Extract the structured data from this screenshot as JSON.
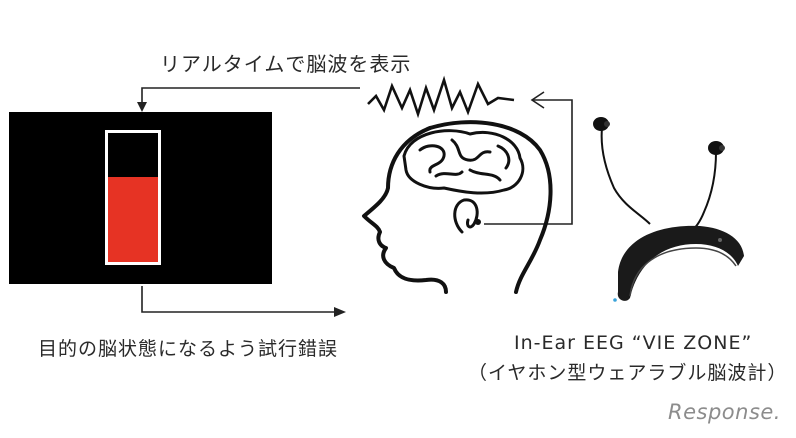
{
  "top_caption": "リアルタイムで脳波を表示",
  "bottom_caption": "目的の脳状態になるよう試行錯誤",
  "device": {
    "name": "In-Ear EEG “VIE ZONE”",
    "description": "（イヤホン型ウェアラブル脳波計）"
  },
  "meter": {
    "level_fraction": 0.66,
    "fill_color": "#e63324"
  },
  "logo": "Response."
}
